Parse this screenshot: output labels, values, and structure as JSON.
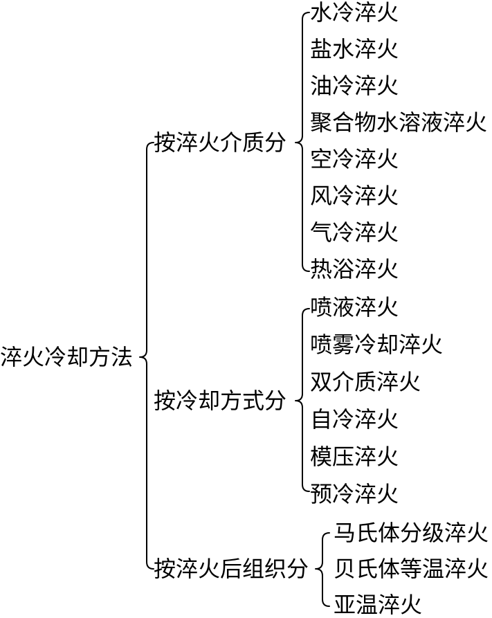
{
  "root": "淬火冷却方法",
  "groups": [
    {
      "label": "按淬火介质分",
      "items": [
        "水冷淬火",
        "盐水淬火",
        "油冷淬火",
        "聚合物水溶液淬火",
        "空冷淬火",
        "风冷淬火",
        "气冷淬火",
        "热浴淬火"
      ]
    },
    {
      "label": "按冷却方式分",
      "items": [
        "喷液淬火",
        "喷雾冷却淬火",
        "双介质淬火",
        "自冷淬火",
        "模压淬火",
        "预冷淬火"
      ]
    },
    {
      "label": "按淬火后组织分",
      "items": [
        "马氏体分级淬火",
        "贝氏体等温淬火",
        "亚温淬火"
      ]
    }
  ]
}
